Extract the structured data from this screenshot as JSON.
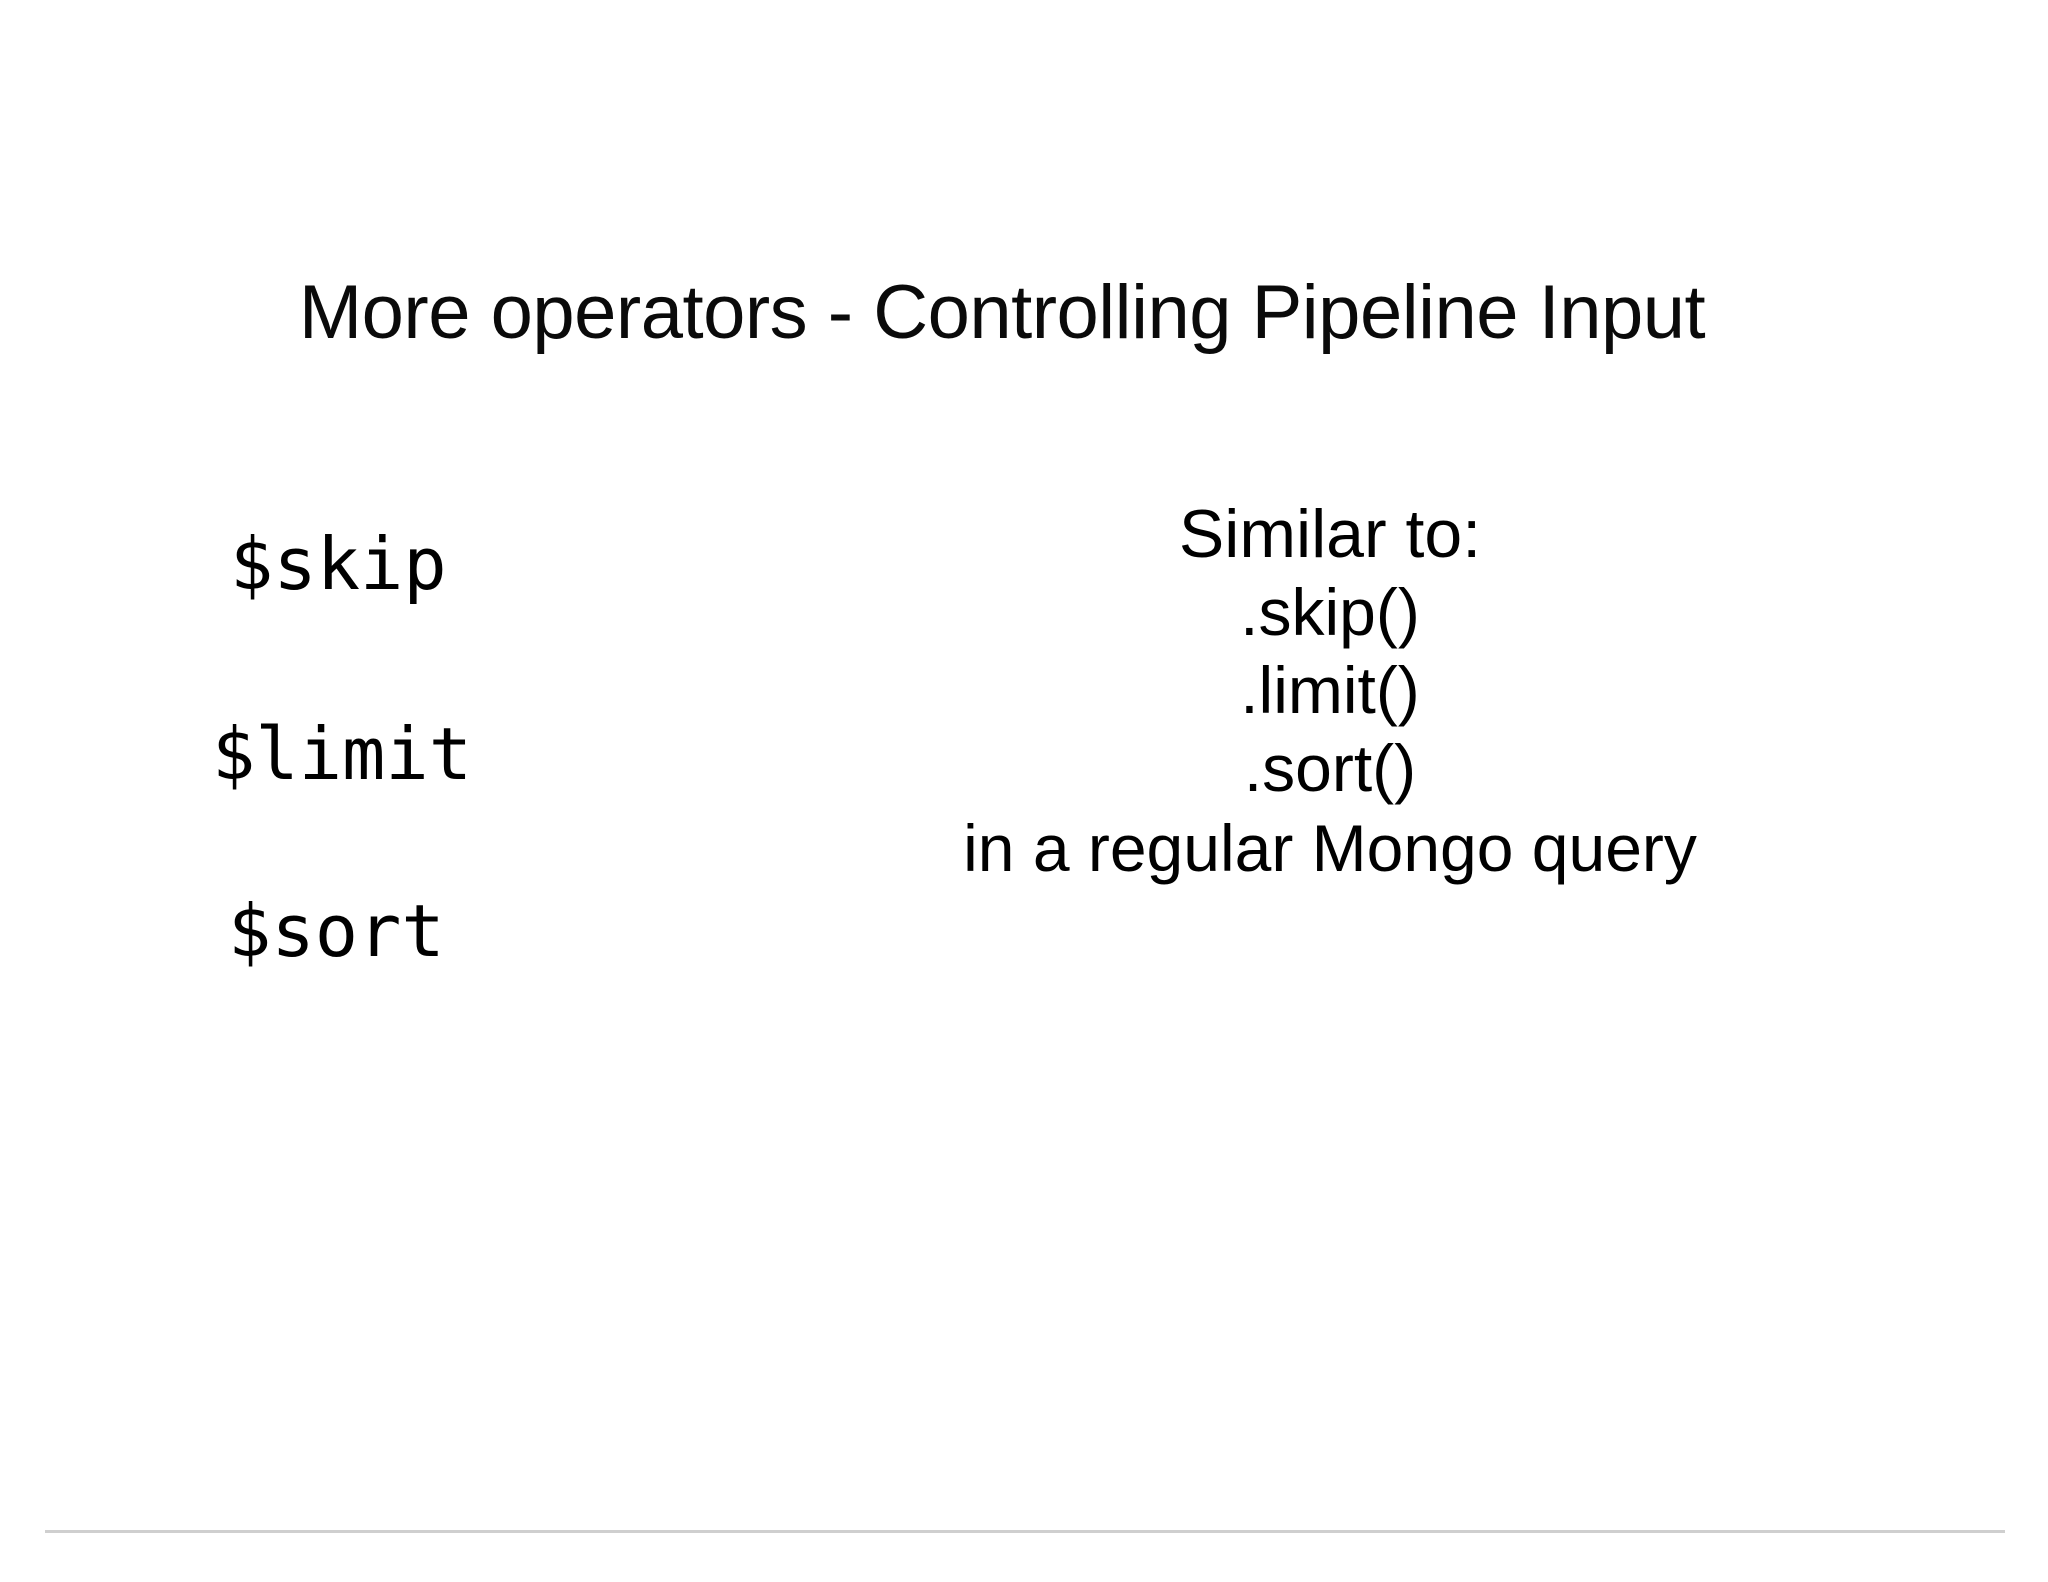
{
  "slide": {
    "title": "More operators - Controlling Pipeline Input",
    "background_color": "#ffffff",
    "text_color": "#000000",
    "divider_color": "#cfcfcf"
  },
  "operators": [
    {
      "name": "$skip"
    },
    {
      "name": "$limit"
    },
    {
      "name": "$sort"
    }
  ],
  "similar": {
    "heading": "Similar to:",
    "methods": [
      ".skip()",
      ".limit()",
      ".sort()"
    ],
    "footer": "in a regular Mongo query"
  }
}
